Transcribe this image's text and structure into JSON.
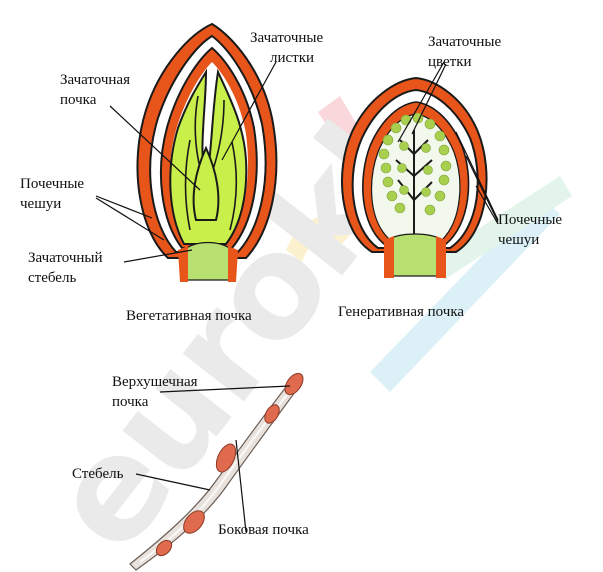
{
  "watermark": "eurokl",
  "colors": {
    "scale_orange": "#e8551b",
    "scale_dark": "#1a1a1a",
    "leaf_green": "#c9ef4a",
    "stem_green": "#b8e070",
    "flower_bud": "#a9cf4e",
    "twig": "#e9e2dc",
    "lateral_bud": "#e06a4d"
  },
  "vegetative_bud": {
    "caption": "Вегетативная почка",
    "labels": {
      "embryonic_leaves_1": "Зачаточные",
      "embryonic_leaves_2": "листки",
      "embryonic_bud_1": "Зачаточная",
      "embryonic_bud_2": "почка",
      "bud_scales_1": "Почечные",
      "bud_scales_2": "чешуи",
      "embryonic_stem_1": "Зачаточный",
      "embryonic_stem_2": "стебель"
    }
  },
  "generative_bud": {
    "caption": "Генеративная почка",
    "labels": {
      "embryonic_flowers_1": "Зачаточные",
      "embryonic_flowers_2": "цветки",
      "bud_scales_1": "Почечные",
      "bud_scales_2": "чешуи"
    }
  },
  "twig": {
    "labels": {
      "apical_bud_1": "Верхушечная",
      "apical_bud_2": "почка",
      "stem": "Стебель",
      "lateral_bud": "Боковая почка"
    }
  }
}
